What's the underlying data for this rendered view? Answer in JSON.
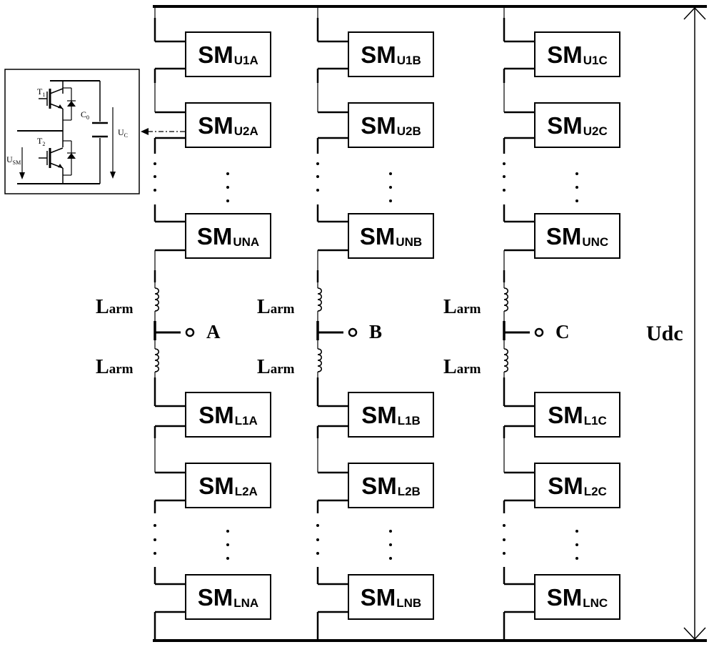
{
  "legs": [
    {
      "phase": "A",
      "upper": [
        {
          "main": "SM",
          "sub": "U1A"
        },
        {
          "main": "SM",
          "sub": "U2A"
        },
        {
          "main": "SM",
          "sub": "UNA"
        }
      ],
      "lower": [
        {
          "main": "SM",
          "sub": "L1A"
        },
        {
          "main": "SM",
          "sub": "L2A"
        },
        {
          "main": "SM",
          "sub": "LNA"
        }
      ]
    },
    {
      "phase": "B",
      "upper": [
        {
          "main": "SM",
          "sub": "U1B"
        },
        {
          "main": "SM",
          "sub": "U2B"
        },
        {
          "main": "SM",
          "sub": "UNB"
        }
      ],
      "lower": [
        {
          "main": "SM",
          "sub": "L1B"
        },
        {
          "main": "SM",
          "sub": "L2B"
        },
        {
          "main": "SM",
          "sub": "LNB"
        }
      ]
    },
    {
      "phase": "C",
      "upper": [
        {
          "main": "SM",
          "sub": "U1C"
        },
        {
          "main": "SM",
          "sub": "U2C"
        },
        {
          "main": "SM",
          "sub": "UNC"
        }
      ],
      "lower": [
        {
          "main": "SM",
          "sub": "L1C"
        },
        {
          "main": "SM",
          "sub": "L2C"
        },
        {
          "main": "SM",
          "sub": "LNC"
        }
      ]
    }
  ],
  "arm_inductor": {
    "main": "L",
    "sub": "arm"
  },
  "dc_voltage": "Udc",
  "inset": {
    "t1": {
      "main": "T",
      "sub": "1"
    },
    "t2": {
      "main": "T",
      "sub": "2"
    },
    "capacitor": {
      "main": "C",
      "sub": "0"
    },
    "uc": {
      "main": "U",
      "sub": "C"
    },
    "usm": {
      "main": "U",
      "sub": "SM"
    }
  }
}
